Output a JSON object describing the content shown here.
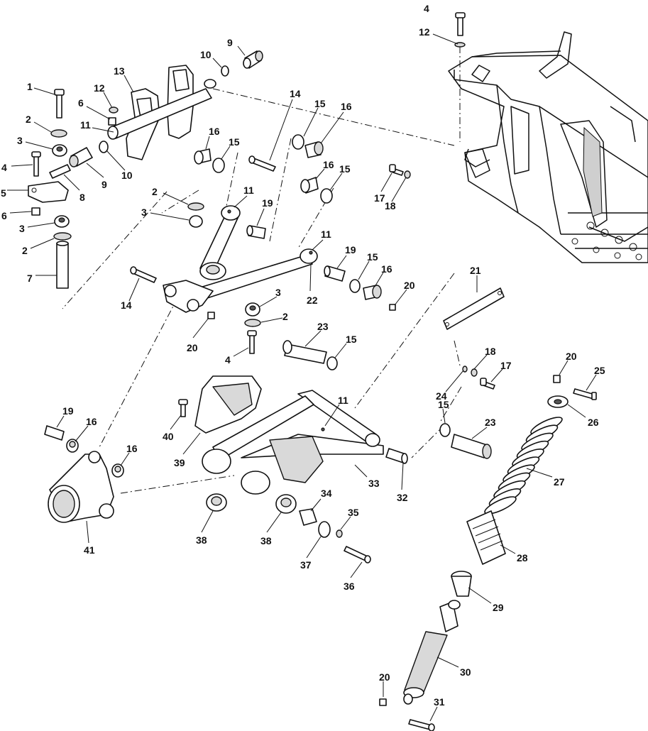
{
  "callouts": [
    {
      "id": "c4a",
      "text": "4"
    },
    {
      "id": "c12a",
      "text": "12"
    },
    {
      "id": "c10a",
      "text": "10"
    },
    {
      "id": "c9a",
      "text": "9"
    },
    {
      "id": "c13",
      "text": "13"
    },
    {
      "id": "c1",
      "text": "1"
    },
    {
      "id": "c12b",
      "text": "12"
    },
    {
      "id": "c6a",
      "text": "6"
    },
    {
      "id": "c11a",
      "text": "11"
    },
    {
      "id": "c2a",
      "text": "2"
    },
    {
      "id": "c10b",
      "text": "10"
    },
    {
      "id": "c3a",
      "text": "3"
    },
    {
      "id": "c4b",
      "text": "4"
    },
    {
      "id": "c9b",
      "text": "9"
    },
    {
      "id": "c5",
      "text": "5"
    },
    {
      "id": "c8",
      "text": "8"
    },
    {
      "id": "c6b",
      "text": "6"
    },
    {
      "id": "c3b",
      "text": "3"
    },
    {
      "id": "c2b",
      "text": "2"
    },
    {
      "id": "c7",
      "text": "7"
    },
    {
      "id": "c14a",
      "text": "14"
    },
    {
      "id": "c15a",
      "text": "15"
    },
    {
      "id": "c16a",
      "text": "16"
    },
    {
      "id": "c16b",
      "text": "16"
    },
    {
      "id": "c15b",
      "text": "15"
    },
    {
      "id": "c16c",
      "text": "16"
    },
    {
      "id": "c15c",
      "text": "15"
    },
    {
      "id": "c17a",
      "text": "17"
    },
    {
      "id": "c18a",
      "text": "18"
    },
    {
      "id": "c2c",
      "text": "2"
    },
    {
      "id": "c11b",
      "text": "11"
    },
    {
      "id": "c3c",
      "text": "3"
    },
    {
      "id": "c19a",
      "text": "19"
    },
    {
      "id": "c11c",
      "text": "11"
    },
    {
      "id": "c19b",
      "text": "19"
    },
    {
      "id": "c15d",
      "text": "15"
    },
    {
      "id": "c16d",
      "text": "16"
    },
    {
      "id": "c20a",
      "text": "20"
    },
    {
      "id": "c14b",
      "text": "14"
    },
    {
      "id": "c22",
      "text": "22"
    },
    {
      "id": "c3d",
      "text": "3"
    },
    {
      "id": "c2d",
      "text": "2"
    },
    {
      "id": "c20b",
      "text": "20"
    },
    {
      "id": "c23a",
      "text": "23"
    },
    {
      "id": "c15e",
      "text": "15"
    },
    {
      "id": "c4c",
      "text": "4"
    },
    {
      "id": "c21",
      "text": "21"
    },
    {
      "id": "c18b",
      "text": "18"
    },
    {
      "id": "c17b",
      "text": "17"
    },
    {
      "id": "c24",
      "text": "24"
    },
    {
      "id": "c20c",
      "text": "20"
    },
    {
      "id": "c25",
      "text": "25"
    },
    {
      "id": "c26",
      "text": "26"
    },
    {
      "id": "c11d",
      "text": "11"
    },
    {
      "id": "c40",
      "text": "40"
    },
    {
      "id": "c39",
      "text": "39"
    },
    {
      "id": "c19c",
      "text": "19"
    },
    {
      "id": "c16e",
      "text": "16"
    },
    {
      "id": "c16f",
      "text": "16"
    },
    {
      "id": "c15f",
      "text": "15"
    },
    {
      "id": "c23b",
      "text": "23"
    },
    {
      "id": "c27",
      "text": "27"
    },
    {
      "id": "c33",
      "text": "33"
    },
    {
      "id": "c32",
      "text": "32"
    },
    {
      "id": "c41",
      "text": "41"
    },
    {
      "id": "c38a",
      "text": "38"
    },
    {
      "id": "c38b",
      "text": "38"
    },
    {
      "id": "c34",
      "text": "34"
    },
    {
      "id": "c35",
      "text": "35"
    },
    {
      "id": "c37",
      "text": "37"
    },
    {
      "id": "c36",
      "text": "36"
    },
    {
      "id": "c28",
      "text": "28"
    },
    {
      "id": "c29",
      "text": "29"
    },
    {
      "id": "c30",
      "text": "30"
    },
    {
      "id": "c20d",
      "text": "20"
    },
    {
      "id": "c31",
      "text": "31"
    }
  ]
}
